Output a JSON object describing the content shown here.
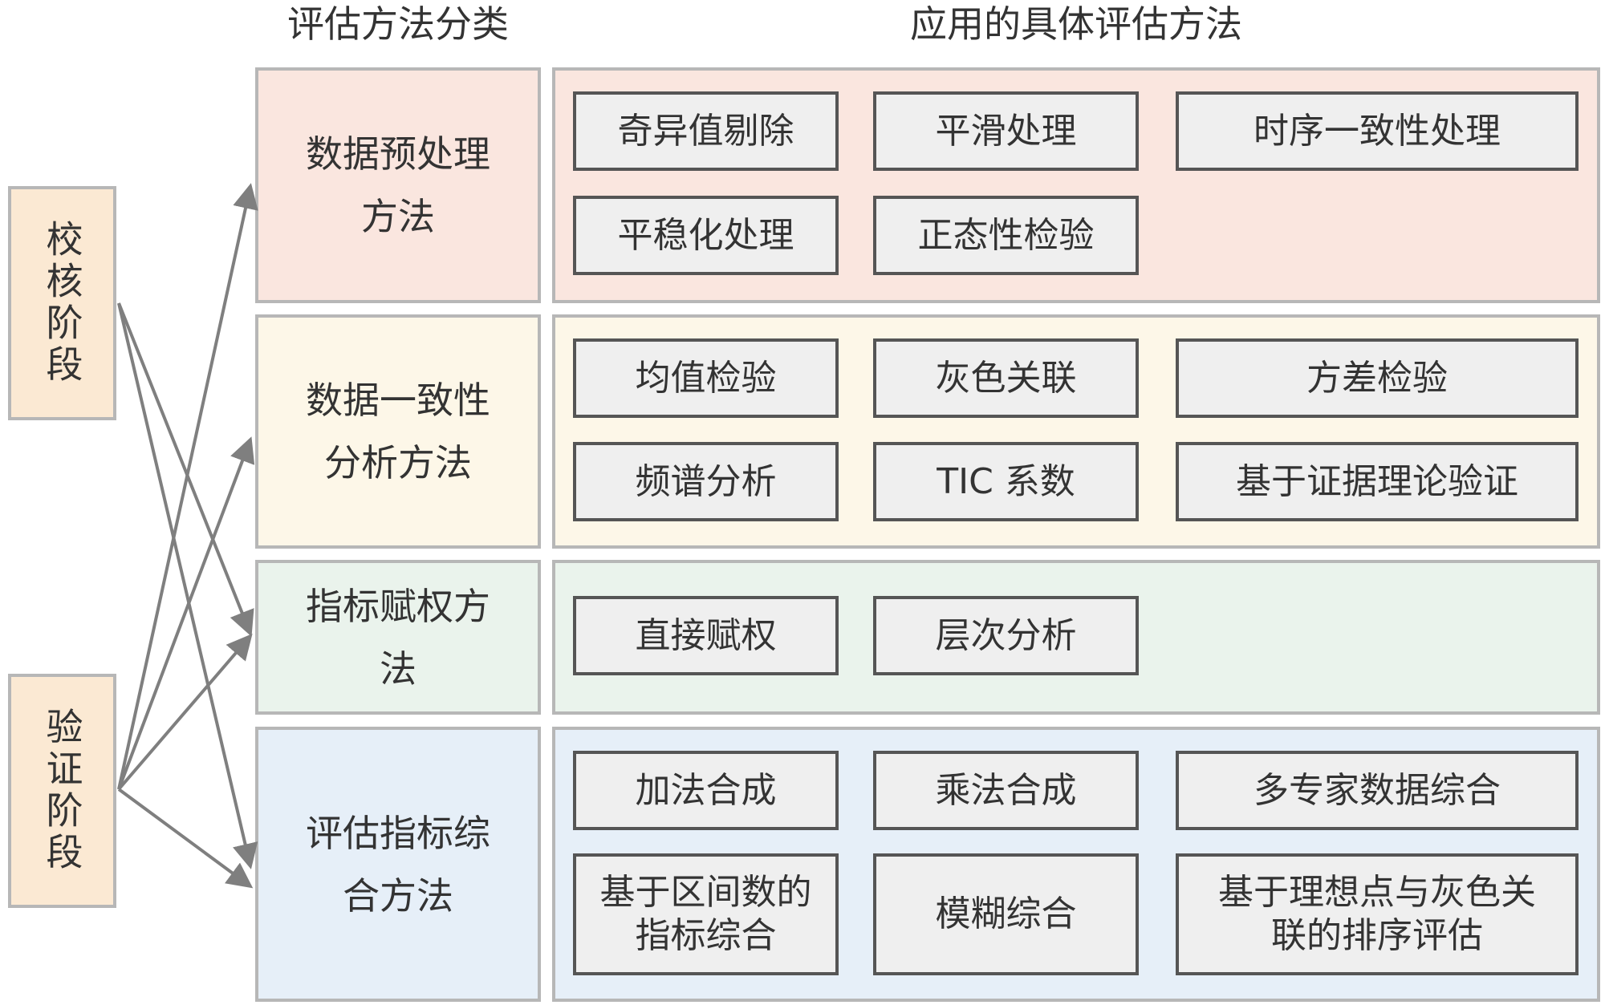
{
  "headers": {
    "category": "评估方法分类",
    "methods": "应用的具体评估方法"
  },
  "stages": [
    {
      "label": "校核阶段"
    },
    {
      "label": "验证阶段"
    }
  ],
  "categories": [
    {
      "label": "数据预处理方法",
      "methods": [
        "奇异值剔除",
        "平滑处理",
        "时序一致性处理",
        "平稳化处理",
        "正态性检验"
      ]
    },
    {
      "label": "数据一致性分析方法",
      "methods": [
        "均值检验",
        "灰色关联",
        "方差检验",
        "频谱分析",
        "TIC 系数",
        "基于证据理论验证"
      ]
    },
    {
      "label": "指标赋权方法",
      "methods": [
        "直接赋权",
        "层次分析"
      ]
    },
    {
      "label": "评估指标综合方法",
      "methods": [
        "加法合成",
        "乘法合成",
        "多专家数据综合",
        "基于区间数的指标综合",
        "模糊综合",
        "基于理想点与灰色关联的排序评估"
      ]
    }
  ],
  "colors": {
    "preprocess_bg": "#fae6df",
    "consistency_bg": "#fdf7e8",
    "weighting_bg": "#eaf3ec",
    "synthesis_bg": "#e6eff8",
    "stage_bg": "#fbe9d3",
    "method_box_bg": "#efefef",
    "arrow": "#7f7f7f"
  }
}
